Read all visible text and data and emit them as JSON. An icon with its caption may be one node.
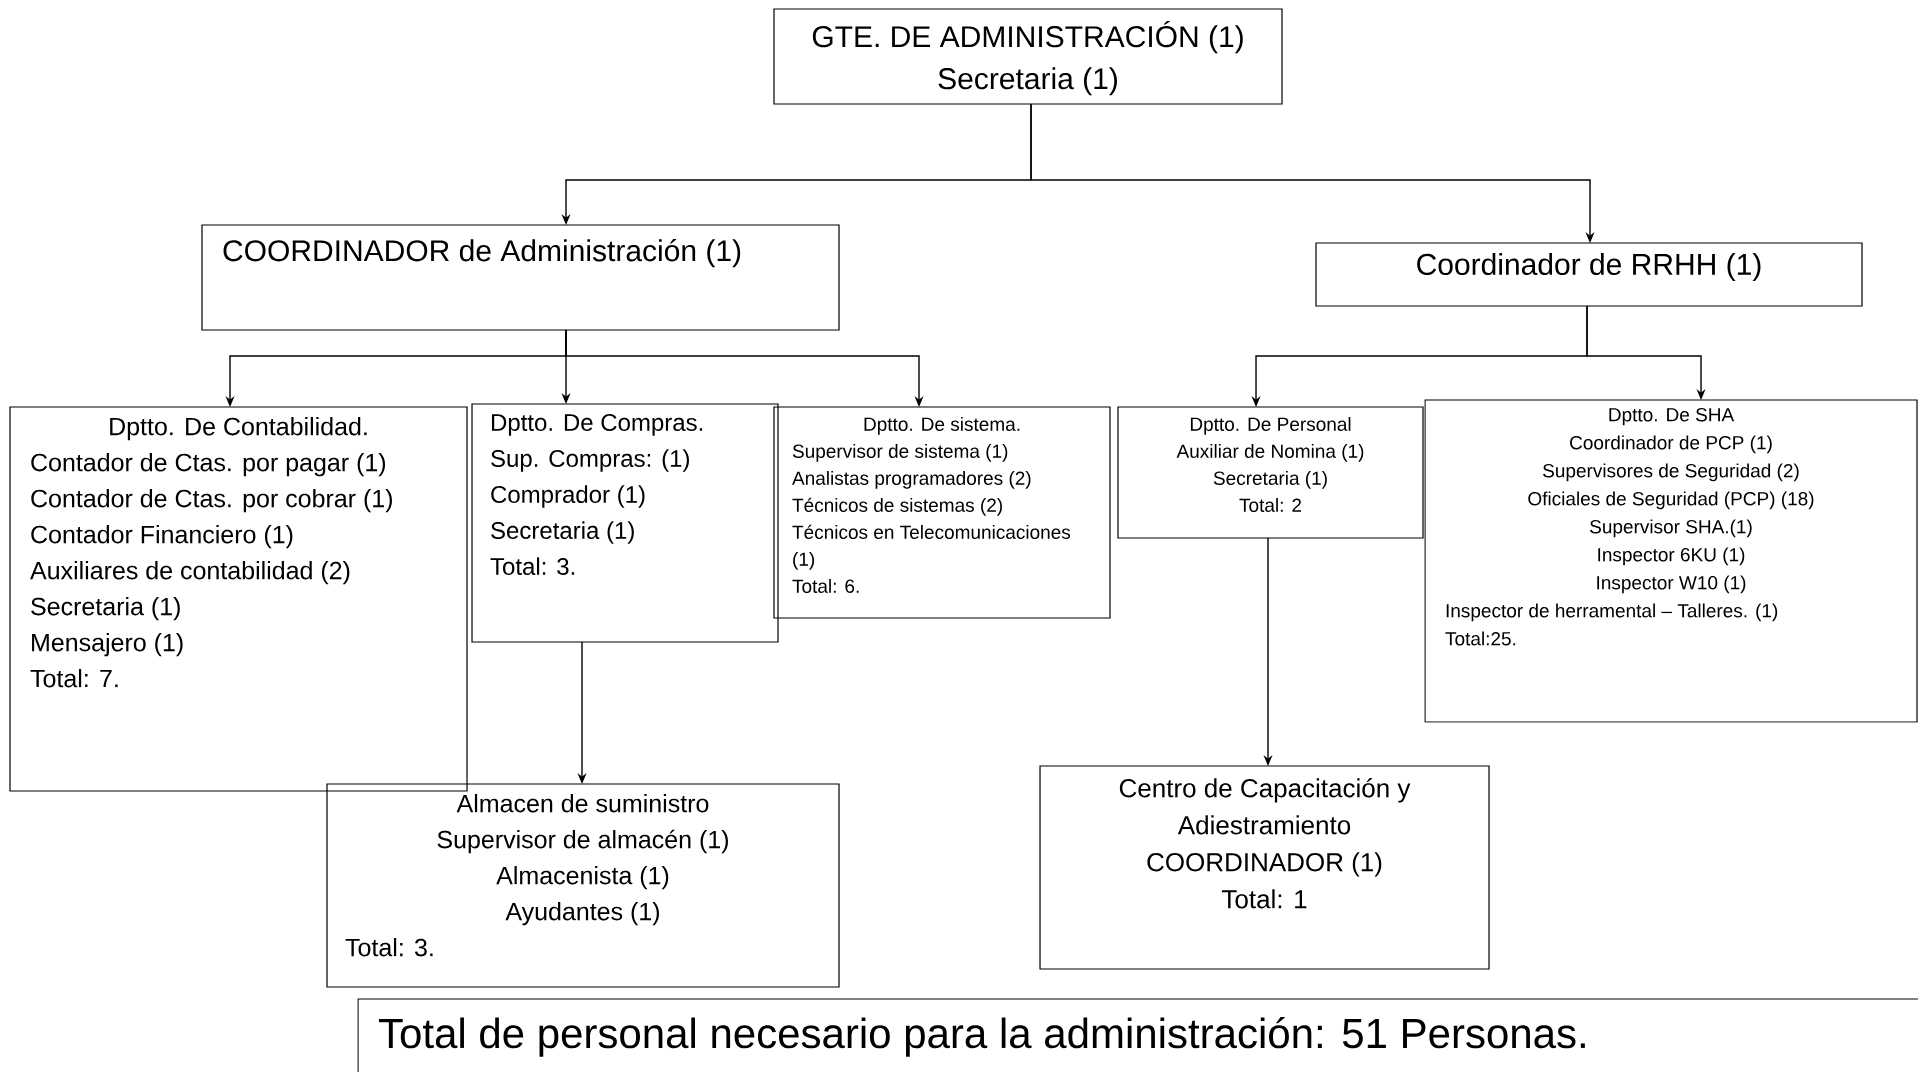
{
  "diagram": {
    "nodes": [
      {
        "text": [
          "GTE. DE ADMINISTRACIÓN (1)",
          "Secretaria (1)"
        ]
      },
      {
        "text": [
          "COORDINADOR  de Administración (1)"
        ]
      },
      {
        "text": [
          "Coordinador de RRHH (1)"
        ]
      },
      {
        "text": [
          "Dptto. De Contabilidad.",
          "Contador de Ctas. por pagar (1)",
          "Contador de Ctas. por cobrar (1)",
          "Contador Financiero  (1)",
          "Auxiliares de contabilidad  (2)",
          "Secretaria  (1)",
          "Mensajero  (1)",
          "Total: 7."
        ]
      },
      {
        "text": [
          "Dptto. De Compras.",
          "Sup.  Compras:  (1)",
          "Comprador  (1)",
          "Secretaria  (1)",
          "Total: 3."
        ]
      },
      {
        "text": [
          "Dptto. De sistema.",
          "Supervisor de sistema (1)",
          "Analistas programadores (2)",
          "Técnicos de sistemas  (2)",
          "Técnicos en Telecomunicaciones (1)",
          "Total: 6."
        ]
      },
      {
        "text": [
          "Dptto. De  Personal",
          "Auxiliar de Nomina (1)",
          "Secretaria (1)",
          "Total: 2"
        ]
      },
      {
        "text": [
          "Dptto.  De SHA",
          "Coordinador de PCP (1)",
          "Supervisores de Seguridad (2)",
          "Oficiales de Seguridad (PCP)  (18)",
          "Supervisor SHA.(1)",
          "Inspector 6KU (1)",
          "Inspector W10 (1)",
          "Inspector de herramental – Talleres. (1)",
          "Total:25."
        ]
      },
      {
        "text": [
          "Almacen de suministro",
          "Supervisor de almacén (1)",
          "Almacenista  (1)",
          "Ayudantes (1)",
          "Total: 3."
        ]
      },
      {
        "text": [
          "Centro de Capacitación y Adiestramiento",
          "COORDINADOR (1)",
          "Total: 1"
        ]
      },
      {
        "text": [
          "Total de personal necesario para la administración:  51 Personas."
        ]
      }
    ],
    "edges": [
      {
        "from": 0,
        "to": 1,
        "arrow": "to"
      },
      {
        "from": 0,
        "to": 2,
        "arrow": "to"
      },
      {
        "from": 1,
        "to": 3,
        "arrow": "to"
      },
      {
        "from": 1,
        "to": 4,
        "arrow": "to"
      },
      {
        "from": 1,
        "to": 5,
        "arrow": "to"
      },
      {
        "from": 2,
        "to": 6,
        "arrow": "to"
      },
      {
        "from": 2,
        "to": 7,
        "arrow": "to"
      },
      {
        "from": 4,
        "to": 8,
        "arrow": "to"
      },
      {
        "from": 6,
        "to": 9,
        "arrow": "to"
      }
    ]
  }
}
